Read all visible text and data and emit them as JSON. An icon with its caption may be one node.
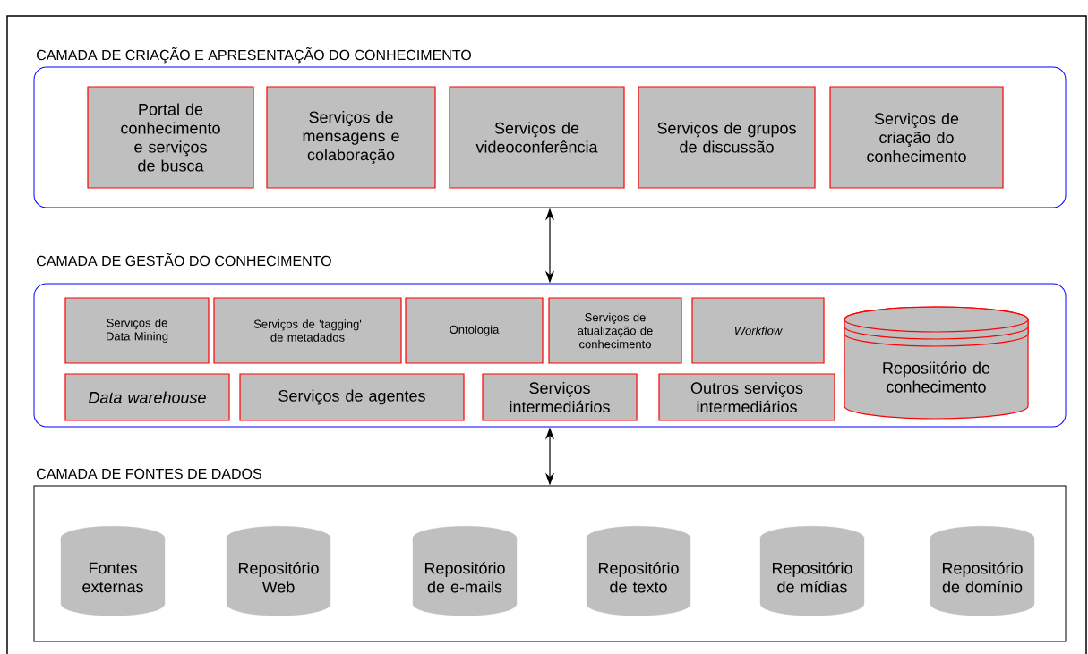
{
  "diagram": {
    "nodes": [
      {
        "text": [
          "CAMADA DE CRIAÇÃO E APRESENTAÇÃO DO CONHECIMENTO"
        ]
      },
      {
        "text": [
          "Portal de conhecimento e serviços de busca"
        ],
        "in": 0
      },
      {
        "text": [
          "Serviços de mensagens e colaboração"
        ],
        "in": 0
      },
      {
        "text": [
          "Serviços de videoconferência"
        ],
        "in": 0
      },
      {
        "text": [
          "Serviços de grupos de discussão"
        ],
        "in": 0
      },
      {
        "text": [
          "Serviços de criação do conhecimento"
        ],
        "in": 0
      },
      {
        "text": [
          "CAMADA DE GESTÃO DO CONHECIMENTO"
        ]
      },
      {
        "text": [
          "Serviços de Data Mining"
        ],
        "in": 6
      },
      {
        "text": [
          "Serviços de  'tagging' de metadados"
        ],
        "in": 6
      },
      {
        "text": [
          "Ontologia"
        ],
        "in": 6
      },
      {
        "text": [
          "Serviços de atualização de conhecimento"
        ],
        "in": 6
      },
      {
        "text": [
          "Workflow"
        ],
        "in": 6
      },
      {
        "text": [
          "Data warehouse"
        ],
        "in": 6
      },
      {
        "text": [
          "Serviços de agentes"
        ],
        "in": 6
      },
      {
        "text": [
          "Serviços intermediários"
        ],
        "in": 6
      },
      {
        "text": [
          "Outros serviços intermediários"
        ],
        "in": 6
      },
      {
        "text": [
          "Reposiitório de conhecimento"
        ],
        "in": 6
      },
      {
        "text": [
          "CAMADA DE FONTES DE DADOS"
        ]
      },
      {
        "text": [
          "Fontes externas"
        ],
        "in": 17
      },
      {
        "text": [
          "Repositório Web"
        ],
        "in": 17
      },
      {
        "text": [
          "Repositório de e-mails"
        ],
        "in": 17
      },
      {
        "text": [
          "Repositório de texto"
        ],
        "in": 17
      },
      {
        "text": [
          "Repositório de mídias"
        ],
        "in": 17
      },
      {
        "text": [
          "Repositório de domínio"
        ],
        "in": 17
      }
    ],
    "edges": [
      {
        "from": 0,
        "to": 6,
        "arrow": "both"
      },
      {
        "from": 6,
        "to": 17,
        "arrow": "both"
      }
    ]
  }
}
